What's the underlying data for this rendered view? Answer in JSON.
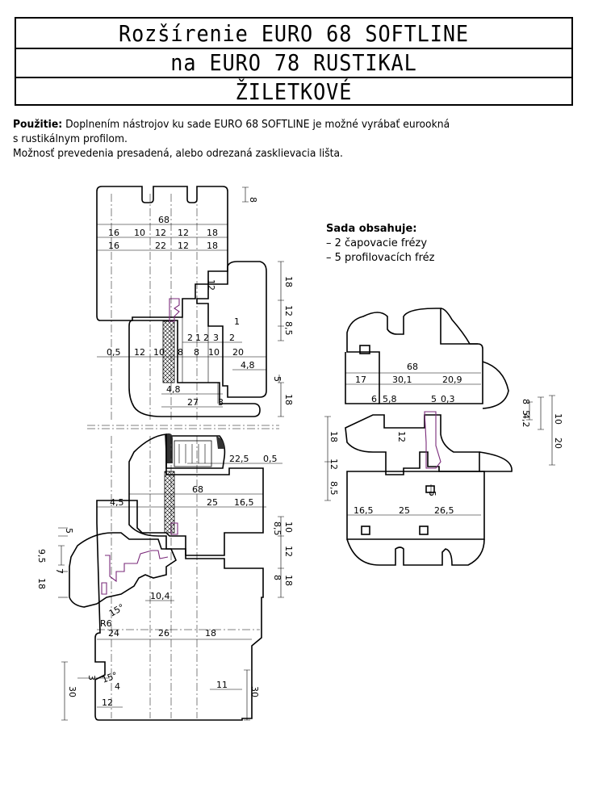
{
  "title": {
    "line1": "Rozšírenie EURO 68 SOFTLINE",
    "line2": "na EURO 78 RUSTIKAL",
    "line3": "ŽILETKOVÉ"
  },
  "usage": {
    "label": "Použitie:",
    "text1": " Doplnením nástrojov ku sade EURO 68 SOFTLINE je možné vyrábať eurookná",
    "text2": "s rustikálnym profilom.",
    "text3": "Možnosť prevedenia presadená, alebo odrezaná zasklievacia lišta."
  },
  "set": {
    "title": "Sada obsahuje:",
    "items": [
      "– 2 čapovacie frézy",
      "– 5 profilovacích fréz"
    ]
  },
  "left_dims": {
    "d8": "8",
    "d68": "68",
    "r1": [
      "16",
      "10",
      "12",
      "12",
      "18"
    ],
    "r2": [
      "16",
      "22",
      "12",
      "18"
    ],
    "d12a": "12",
    "d18a": "18",
    "d12b": "12",
    "d85a": "8,5",
    "d1": "1",
    "small_row": [
      "2",
      "1",
      "2",
      "3",
      "2"
    ],
    "row3": [
      "0,5",
      "12",
      "10",
      "8",
      "8",
      "10",
      "20"
    ],
    "d48a": "4,8",
    "d5a": "5",
    "d48b": "4,8",
    "d27": "27",
    "d3": "3",
    "d18b": "18",
    "d225": "22,5",
    "d05": "0,5",
    "d68b": "68",
    "row4": [
      "4,5",
      "25",
      "16,5"
    ],
    "d5b": "5",
    "d10": "10",
    "d85b": "8,5",
    "d12c": "12",
    "d95": "9,5",
    "d7": "7",
    "d18c": "18",
    "d8b": "8",
    "d18d": "18",
    "d104": "10,4",
    "d15a": "15°",
    "r6": "R6",
    "row5": [
      "24",
      "26",
      "18"
    ],
    "d3b": "3",
    "d15b": "15°",
    "d4": "4",
    "d11": "11",
    "d12d": "12",
    "d30a": "30",
    "d30b": "30"
  },
  "right_dims": {
    "d68": "68",
    "row1": [
      "17",
      "30,1",
      "20,9"
    ],
    "row2": [
      "6",
      "5,8",
      "5",
      "0,3"
    ],
    "d12": "12",
    "d18": "18",
    "d128": "12",
    "d85": "8,5",
    "d8": "8",
    "d5": "5",
    "d42": "4,2",
    "d10": "10",
    "d20": "20",
    "d5b": "5",
    "row3": [
      "16,5",
      "25",
      "26,5"
    ]
  }
}
